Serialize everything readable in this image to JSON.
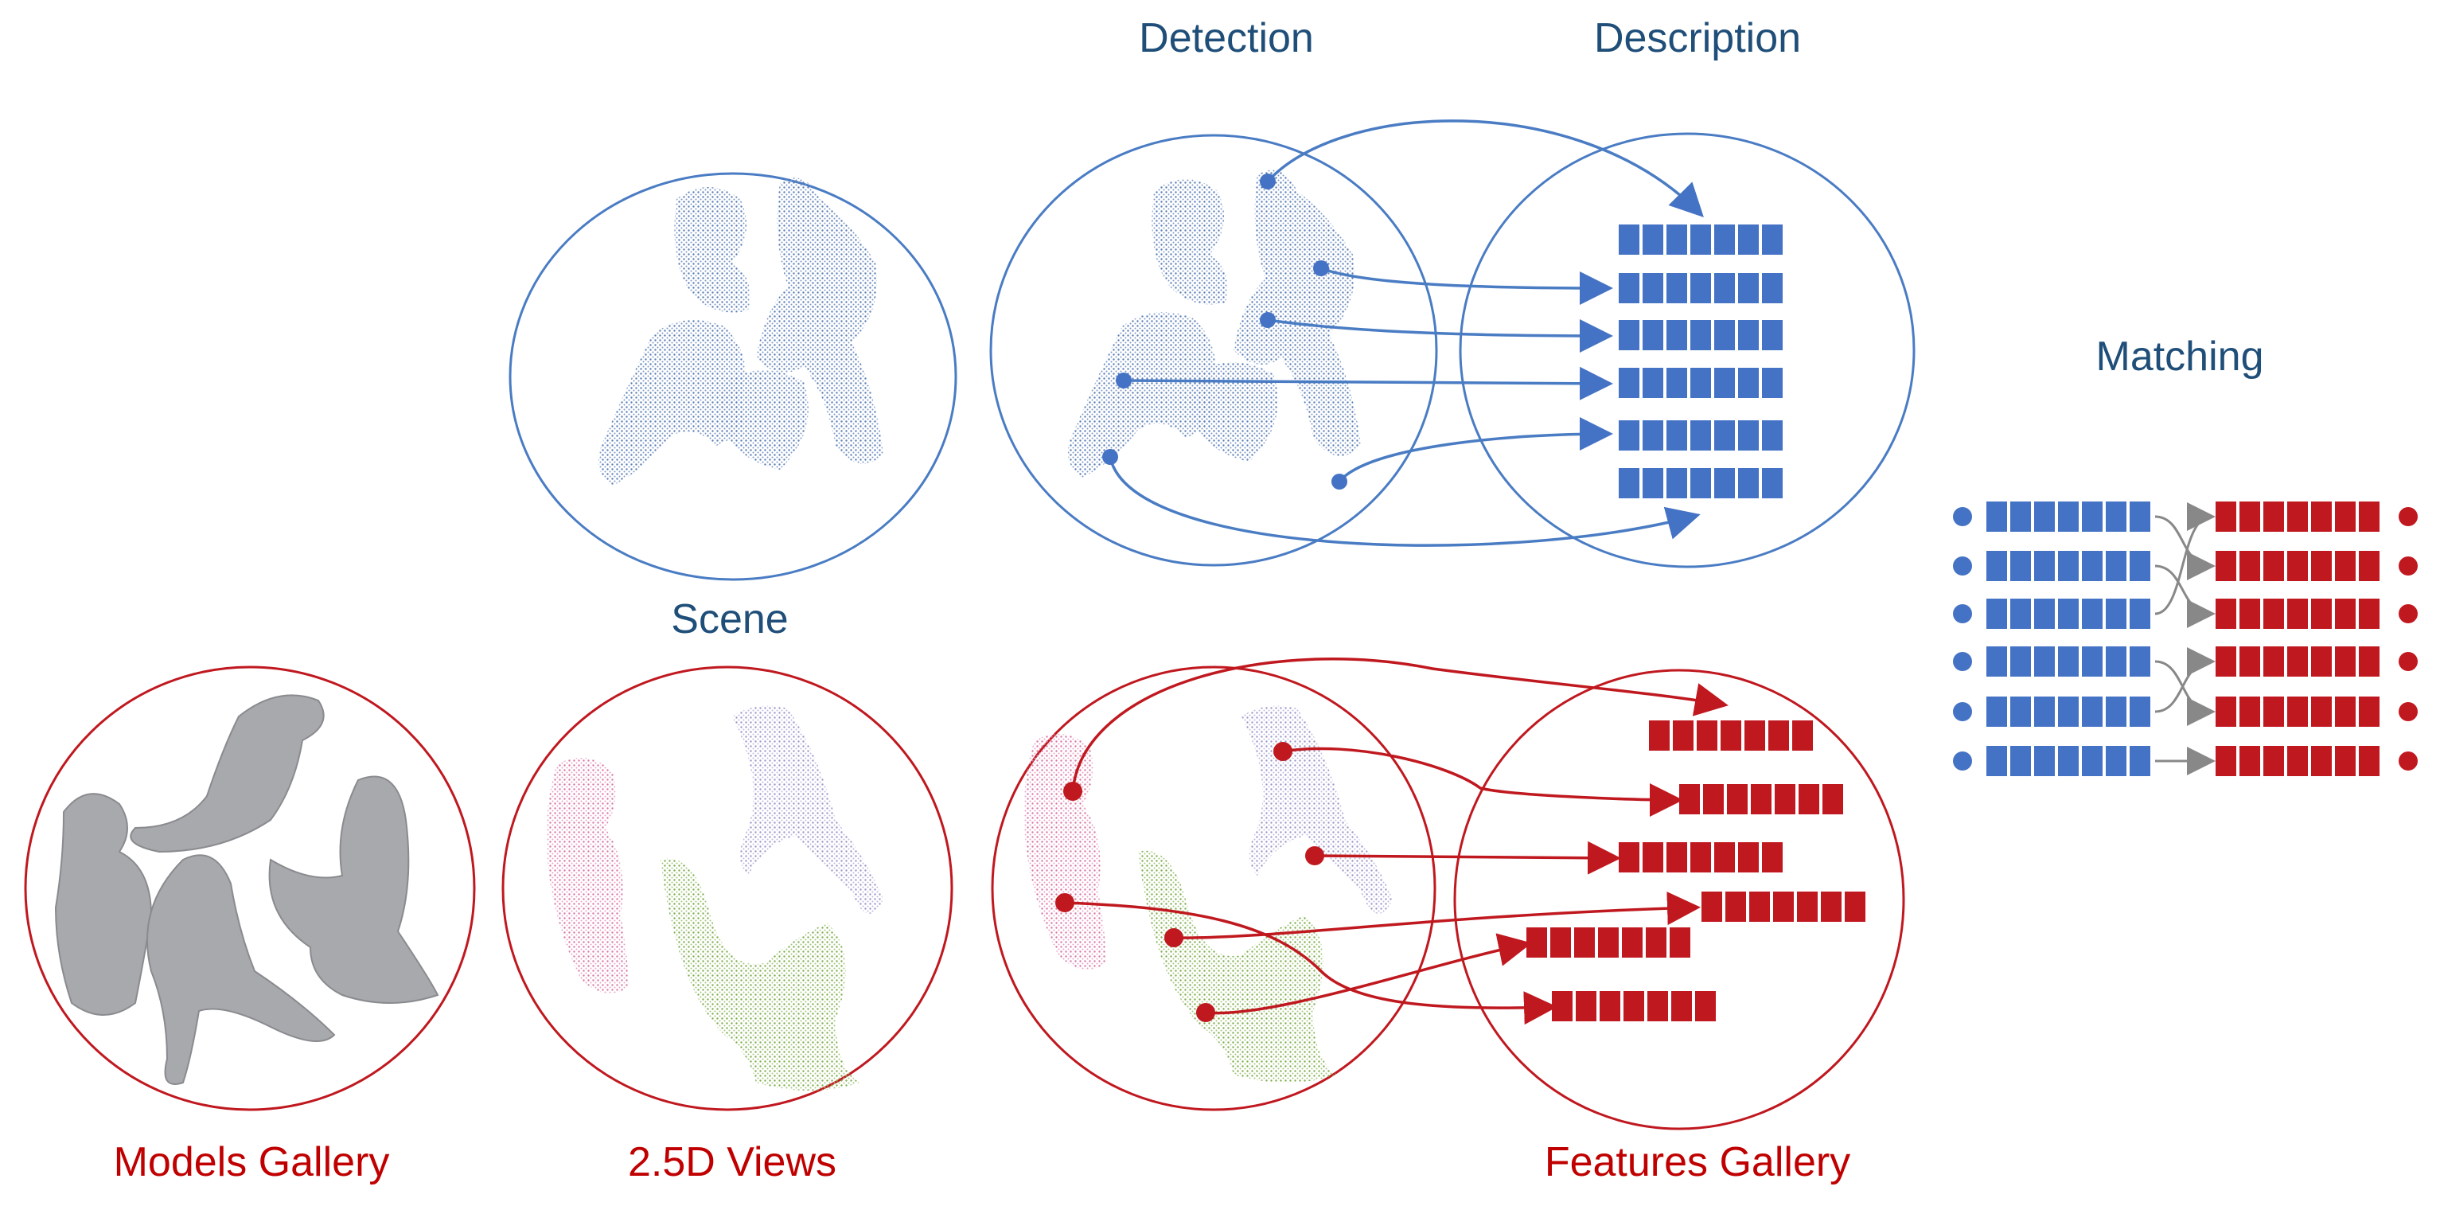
{
  "labels": {
    "detection": "Detection",
    "description": "Description",
    "matching": "Matching",
    "scene": "Scene",
    "models_gallery": "Models Gallery",
    "views_25d": "2.5D Views",
    "features_gallery": "Features Gallery"
  },
  "colors": {
    "blue_line": "#4a7cc4",
    "blue_fill": "#4472c4",
    "red_line": "#c0181f",
    "red_fill": "#c0181f",
    "grey_arrow": "#888888",
    "title_blue": "#1f4e79",
    "title_red": "#c00000"
  }
}
